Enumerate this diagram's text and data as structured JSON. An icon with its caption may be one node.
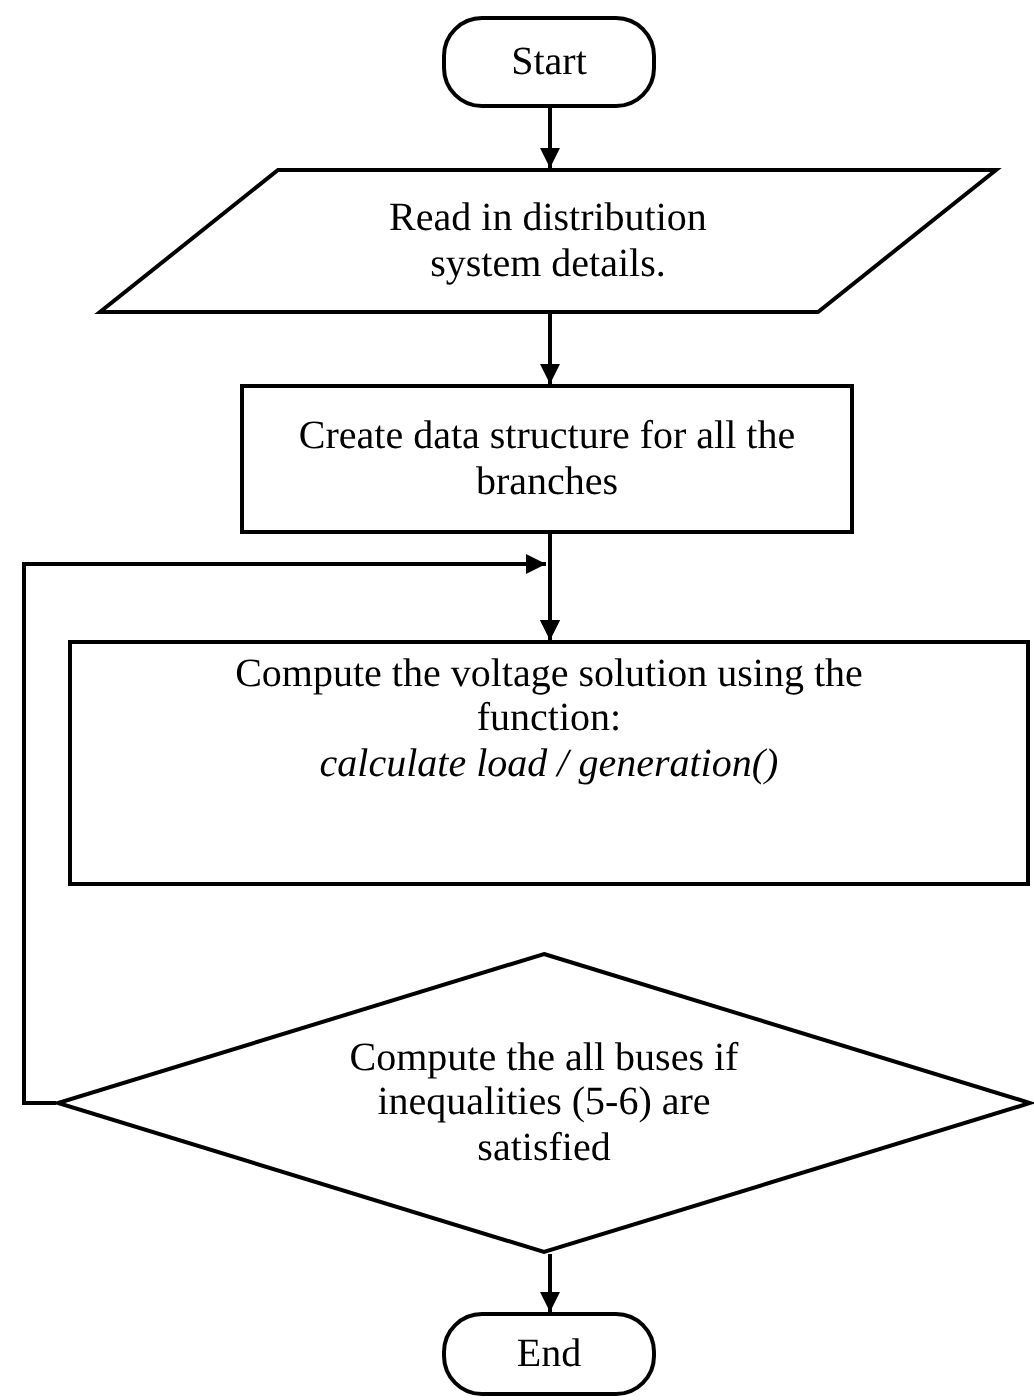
{
  "diagram": {
    "nodes": [
      {
        "text": [
          "Start"
        ]
      },
      {
        "text": [
          "Read in distribution system details."
        ]
      },
      {
        "text": [
          "Create data structure for all the branches"
        ]
      },
      {
        "text": [
          "Compute the voltage solution using the function:",
          "calculate load / generation()"
        ]
      },
      {
        "text": [
          "Compute the all buses if inequalities (5-6) are satisfied"
        ]
      },
      {
        "text": [
          "End"
        ]
      }
    ],
    "edges": [
      {
        "from": 0,
        "to": 1,
        "arrow": "to"
      },
      {
        "from": 1,
        "to": 2,
        "arrow": "to"
      },
      {
        "from": 2,
        "to": 3,
        "arrow": "to"
      },
      {
        "from": 4,
        "to": 3,
        "arrow": "to"
      },
      {
        "from": 4,
        "to": 5,
        "arrow": "to"
      }
    ]
  }
}
